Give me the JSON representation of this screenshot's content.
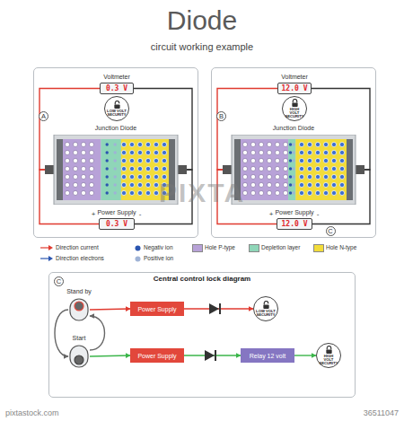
{
  "diagram": {
    "title": "Diode",
    "nodes": [
      {
        "text": [
          "A"
        ]
      },
      {
        "text": [
          "Voltmeter",
          "0.3 V"
        ],
        "in": 0
      },
      {
        "text": [
          "LOW VOLT SECURITY"
        ],
        "in": 0
      },
      {
        "text": [
          "Junction Diode"
        ],
        "in": 0
      },
      {
        "text": [
          "Power Supply",
          "0.3 V"
        ],
        "in": 0
      },
      {
        "text": [
          "B"
        ]
      },
      {
        "text": [
          "Voltmeter",
          "12.0 V"
        ],
        "in": 5
      },
      {
        "text": [
          "HIGH VOLT SECURITY"
        ],
        "in": 5
      },
      {
        "text": [
          "Junction Diode"
        ],
        "in": 5
      },
      {
        "text": [
          "Power Supply",
          "12.0 V"
        ],
        "in": 5
      },
      {
        "text": [
          "C",
          "Central control lock diagram"
        ]
      },
      {
        "text": [
          "Stand by"
        ],
        "in": 10
      },
      {
        "text": [
          "Start"
        ],
        "in": 10
      },
      {
        "text": [
          "Power Supply"
        ],
        "in": 10
      },
      {
        "text": [
          "LOW VOLT SECURITY"
        ],
        "in": 10
      },
      {
        "text": [
          "Power Supply"
        ],
        "in": 10
      },
      {
        "text": [
          "Relay 12 volt"
        ],
        "in": 10
      },
      {
        "text": [
          "HIGH VOLT SECURITY"
        ],
        "in": 10
      }
    ],
    "edges": [
      {
        "from": 1,
        "to": 3,
        "arrow": "none"
      },
      {
        "from": 1,
        "to": 3,
        "arrow": "none"
      },
      {
        "from": 4,
        "to": 3,
        "arrow": "none"
      },
      {
        "from": 4,
        "to": 3,
        "arrow": "none"
      },
      {
        "from": 6,
        "to": 8,
        "arrow": "none"
      },
      {
        "from": 6,
        "to": 8,
        "arrow": "none"
      },
      {
        "from": 9,
        "to": 8,
        "arrow": "none"
      },
      {
        "from": 9,
        "to": 8,
        "arrow": "none"
      },
      {
        "from": 11,
        "to": 13,
        "arrow": "to"
      },
      {
        "from": 13,
        "to": 14,
        "arrow": "to"
      },
      {
        "from": 11,
        "to": 12,
        "arrow": "to"
      },
      {
        "from": 12,
        "to": 11,
        "arrow": "to"
      },
      {
        "from": 12,
        "to": 15,
        "arrow": "to"
      },
      {
        "from": 15,
        "to": 16,
        "arrow": "to"
      },
      {
        "from": 16,
        "to": 17,
        "arrow": "to"
      }
    ],
    "labels": [
      "circuit working example",
      "+",
      "-",
      "+",
      "-",
      "C",
      "PIXTA",
      "pixtastock.com",
      "36511047"
    ],
    "legend": [
      {
        "text": "Direction current"
      },
      {
        "text": "Direction electrons"
      },
      {
        "text": "Negativ ion"
      },
      {
        "text": "Positive ion"
      },
      {
        "text": "Hole P-type",
        "color": "#b8a2d8"
      },
      {
        "text": "Depletion layer",
        "color": "#8fd6b8"
      },
      {
        "text": "Hole N-type",
        "color": "#f2dc3a"
      }
    ]
  }
}
